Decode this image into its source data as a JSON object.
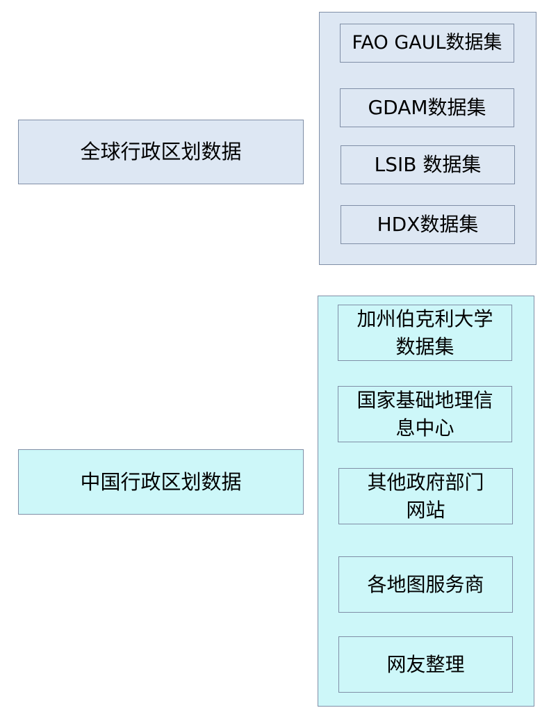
{
  "global": {
    "title": "全球行政区划数据",
    "datasets": [
      "FAO GAUL数据集",
      "GDAM数据集",
      "LSIB 数据集",
      "HDX数据集"
    ]
  },
  "china": {
    "title": "中国行政区划数据",
    "sources": [
      "加州伯克利大学\n数据集",
      "国家基础地理信\n息中心",
      "其他政府部门\n网站",
      "各地图服务商",
      "网友整理"
    ]
  },
  "colors": {
    "global_fill": "#dde7f3",
    "china_fill": "#cdf7f9",
    "border": "#7f8ea6"
  }
}
